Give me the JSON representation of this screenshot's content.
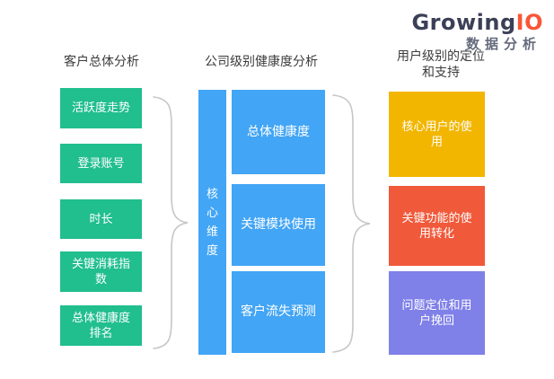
{
  "logo": {
    "brand_growing": "Growing",
    "brand_io": "IO",
    "subtitle": "数据分析"
  },
  "columns": [
    {
      "header": "客户总体分析",
      "items": [
        "活跃度走势",
        "登录账号",
        "时长",
        "关键消耗指数",
        "总体健康度排名"
      ]
    },
    {
      "header": "公司级别健康度分析",
      "side_label": "核心维度",
      "items": [
        "总体健康度",
        "关键模块使用",
        "客户流失预测"
      ]
    },
    {
      "header_line1": "用户级别的定位",
      "header_line2": "和支持",
      "items": [
        "核心用户的使用",
        "关键功能的使用转化",
        "问题定位和用户挽回"
      ]
    }
  ],
  "colors": {
    "green": "#21be8e",
    "blue": "#42a5f5",
    "yellow": "#f2b600",
    "orange": "#f0593a",
    "purple": "#7f80e8",
    "brace_gray": "#c6c6c6",
    "logo_navy": "#3b4057",
    "logo_orange": "#f85638"
  }
}
